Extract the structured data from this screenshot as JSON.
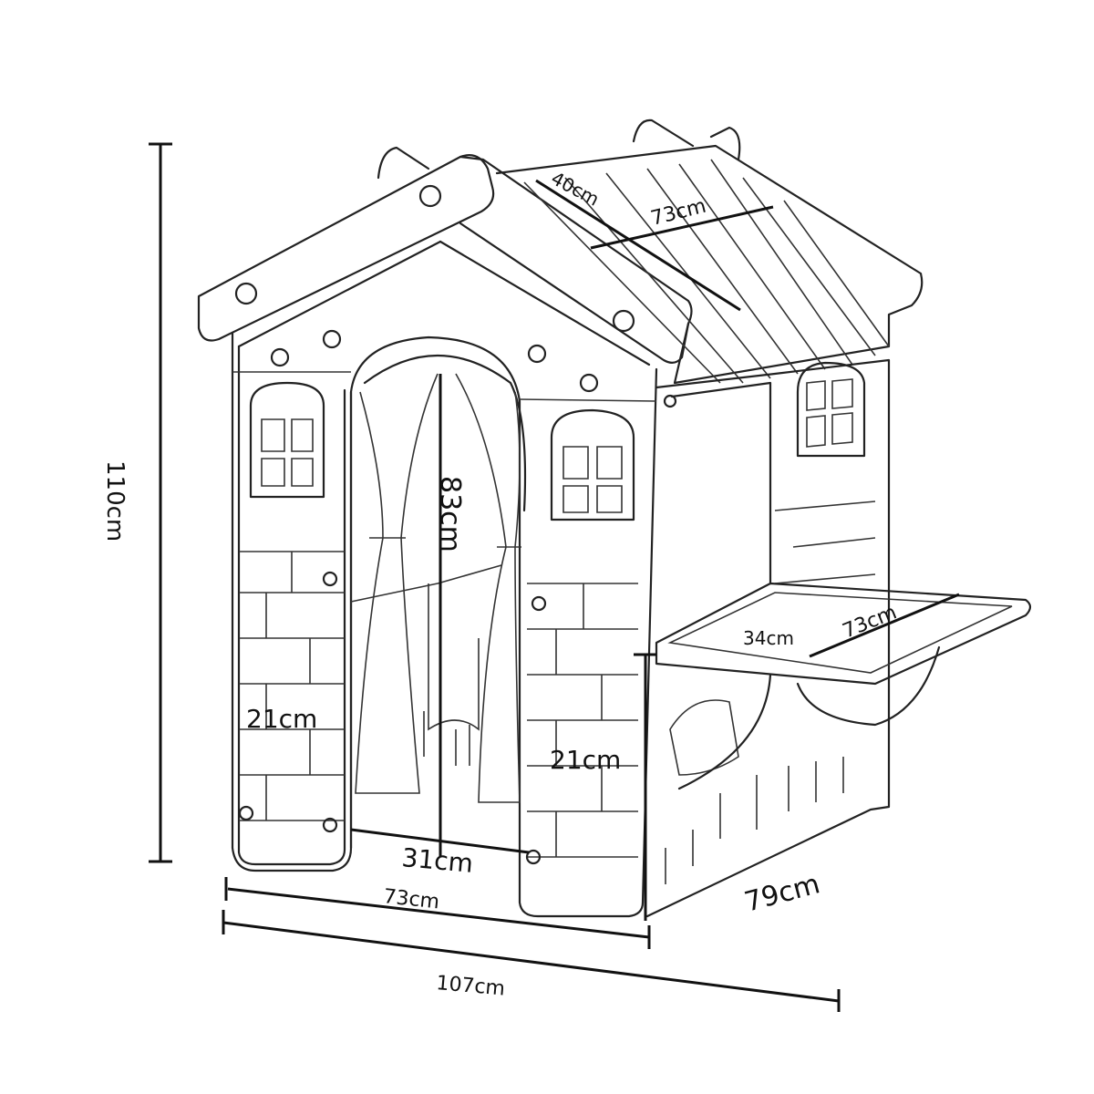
{
  "diagram": {
    "subject": "playhouse",
    "dimensions": {
      "total_height": "110cm",
      "door_height": "83cm",
      "roof_depth": "40cm",
      "roof_width": "73cm",
      "shelf_depth": "34cm",
      "shelf_width": "73cm",
      "left_wall_panel": "21cm",
      "right_wall_panel": "21cm",
      "door_width": "31cm",
      "front_width": "73cm",
      "side_depth": "79cm",
      "total_width": "107cm"
    }
  }
}
